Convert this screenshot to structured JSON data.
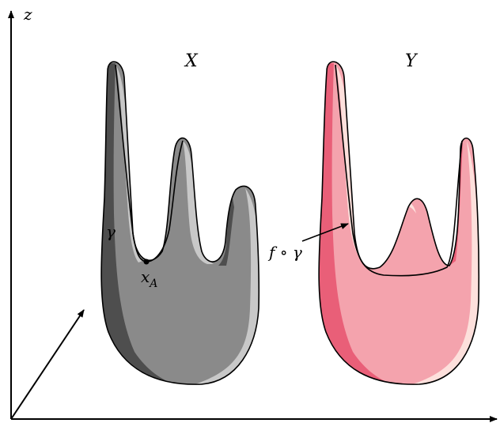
{
  "axes": {
    "z_label": "z"
  },
  "shapes": {
    "left": {
      "label": "X",
      "point_label": "x",
      "point_subscript": "A",
      "curve_label": "γ",
      "colors": {
        "face": "#8a8a8a",
        "dark": "#4e4e4e",
        "light": "#c8c8c8"
      }
    },
    "right": {
      "label": "Y",
      "curve_label": "f ∘ γ",
      "colors": {
        "face": "#f4a3ad",
        "dark": "#e95f78",
        "light": "#fde0dc"
      }
    }
  }
}
